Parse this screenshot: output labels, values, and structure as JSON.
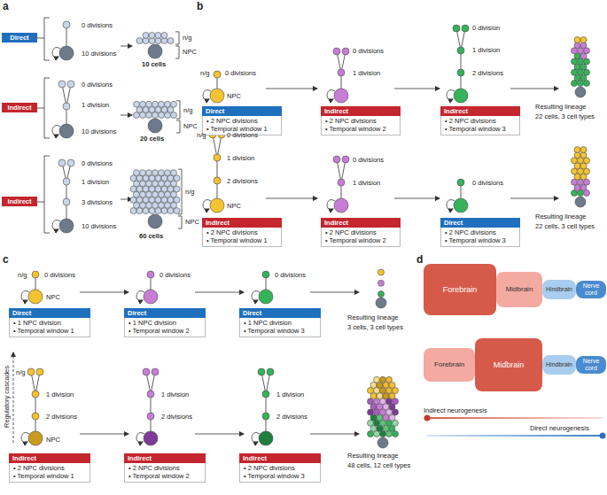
{
  "diagram": {
    "nodes": [
      {
        "text": [
          "Direct"
        ]
      },
      {
        "text": [
          "Indirect"
        ]
      },
      {
        "text": [
          "Indirect"
        ]
      },
      {
        "text": [
          "Direct",
          "• 2 NPC divisions",
          "• Temporal window 1"
        ]
      },
      {
        "text": [
          "Indirect",
          "• 2 NPC divisions",
          "• Temporal window 2"
        ]
      },
      {
        "text": [
          "Indirect",
          "• 2 NPC divisions",
          "• Temporal window 3"
        ]
      },
      {
        "text": [
          "Indirect",
          "• 2 NPC divisions",
          "• Temporal window 1"
        ]
      },
      {
        "text": [
          "Indirect",
          "• 2 NPC divisions",
          "• Temporal window 2"
        ]
      },
      {
        "text": [
          "Direct",
          "• 2 NPC divisions",
          "• Temporal window 3"
        ]
      },
      {
        "text": [
          "Direct",
          "• 1 NPC division",
          "• Temporal window 1"
        ]
      },
      {
        "text": [
          "Direct",
          "• 1 NPC division",
          "• Temporal window 2"
        ]
      },
      {
        "text": [
          "Direct",
          "• 1 NPC division",
          "• Temporal window 3"
        ]
      },
      {
        "text": [
          "Indirect",
          "• 2 NPC divisions",
          "• Temporal window 1"
        ]
      },
      {
        "text": [
          "Indirect",
          "• 2 NPC divisions",
          "• Temporal window 2"
        ]
      },
      {
        "text": [
          "Indirect",
          "• 2 NPC divisions",
          "• Temporal window 3"
        ]
      },
      {
        "text": [
          "Forebrain"
        ]
      },
      {
        "text": [
          "Midbrain"
        ]
      },
      {
        "text": [
          "Hindbrain"
        ]
      },
      {
        "text": [
          "Nerve cord"
        ]
      },
      {
        "text": [
          "Forebrain"
        ]
      },
      {
        "text": [
          "Midbrain"
        ]
      },
      {
        "text": [
          "Hindbrain"
        ]
      },
      {
        "text": [
          "Nerve cord"
        ]
      }
    ],
    "labels": [
      "a",
      "0 divisions",
      "10 divisions",
      "n/g",
      "NPC",
      "10 cells",
      "0 divisions",
      "1 division",
      "10 divisions",
      "n/g",
      "NPC",
      "20 cells",
      "0 divisions",
      "1 division",
      "3 divisions",
      "10 divisions",
      "n/g",
      "NPC",
      "60 cells",
      "b",
      "n/g",
      "0 divisions",
      "NPC",
      "0 divisions",
      "1 division",
      "0 division",
      "1 division",
      "2 divisions",
      "Resulting lineage",
      "22 cells, 3 cell types",
      "n/g",
      "0 divisions",
      "1 division",
      "2 divisions",
      "NPC",
      "0 divisions",
      "1 division",
      "0 divisions",
      "Resulting lineage",
      "22 cells, 3 cell types",
      "c",
      "n/g",
      "0 divisions",
      "NPC",
      "0 divisions",
      "0 divisions",
      "Resulting lineage",
      "3 cells, 3 cell types",
      "Regulatory cascades",
      "n/g",
      "1 division",
      "2 divisions",
      "NPC",
      "1 division",
      "2 divisions",
      "1 division",
      "2 divisions",
      "Resulting lineage",
      "48 cells, 12 cell types",
      "d",
      "Indirect neurogenesis",
      "Direct neurogenesis"
    ]
  }
}
